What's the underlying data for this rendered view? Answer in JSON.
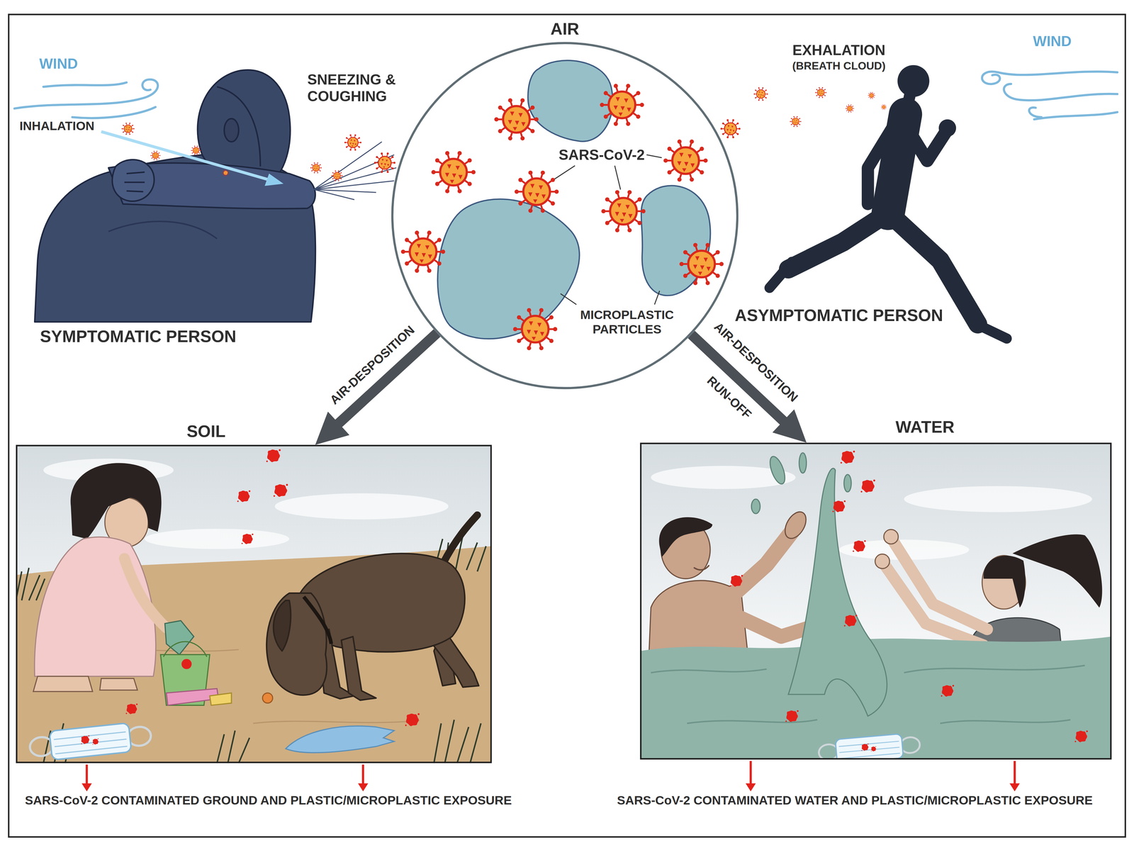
{
  "diagram": {
    "nodes": [
      {
        "text": [
          "AIR",
          "SARS-CoV-2",
          "MICROPLASTIC PARTICLES"
        ]
      },
      {
        "text": [
          "SOIL"
        ]
      },
      {
        "text": [
          "WATER"
        ]
      }
    ],
    "edges": [
      {
        "from": 0,
        "to": 1,
        "arrow": "to",
        "label": "AIR-DESPOSITION"
      },
      {
        "from": 0,
        "to": 2,
        "arrow": "to",
        "label": "AIR-DESPOSITION"
      }
    ],
    "labels": [
      "WIND",
      "INHALATION",
      "SNEEZING & COUGHING",
      "SYMPTOMATIC PERSON",
      "EXHALATION",
      "(BREATH CLOUD)",
      "WIND",
      "ASYMPTOMATIC PERSON",
      "RUN-OFF",
      "SARS-CoV-2 CONTAMINATED GROUND AND PLASTIC/MICROPLASTIC EXPOSURE",
      "SARS-CoV-2 CONTAMINATED WATER AND PLASTIC/MICROPLASTIC EXPOSURE"
    ]
  }
}
